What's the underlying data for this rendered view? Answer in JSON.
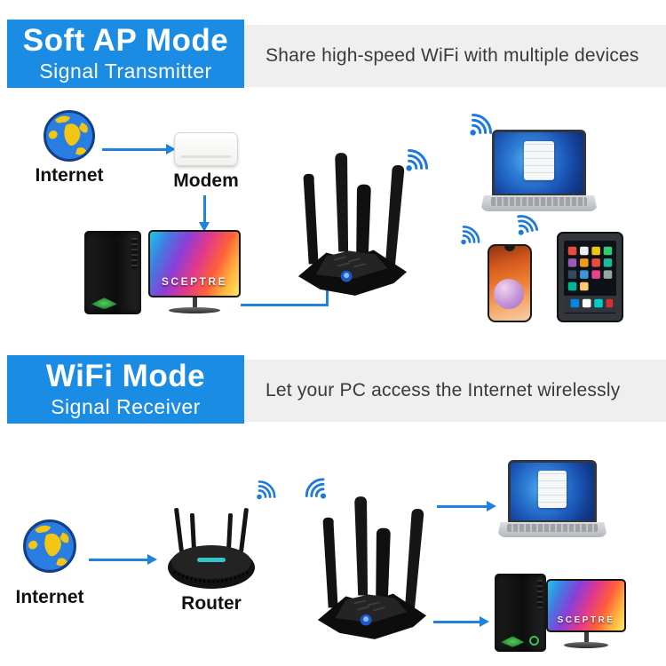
{
  "colors": {
    "banner_blue": "#1B8CE3",
    "description_bg": "#EFEFEF",
    "description_text": "#3A3A3A",
    "flow_accent": "#1E82DE",
    "wifi_icon_blue": "#1C79DD",
    "adapter_led": "#4D8DFF"
  },
  "sections": [
    {
      "banner_title": "Soft AP Mode",
      "banner_subtitle": "Signal Transmitter",
      "description": "Share high-speed WiFi with multiple devices",
      "internet_label": "Internet",
      "modem_label": "Modem"
    },
    {
      "banner_title": "WiFi Mode",
      "banner_subtitle": "Signal Receiver",
      "description": "Let your PC access the Internet wirelessly",
      "internet_label": "Internet",
      "router_label": "Router"
    }
  ],
  "devices": {
    "monitor_brand": "SCEPTRE"
  }
}
